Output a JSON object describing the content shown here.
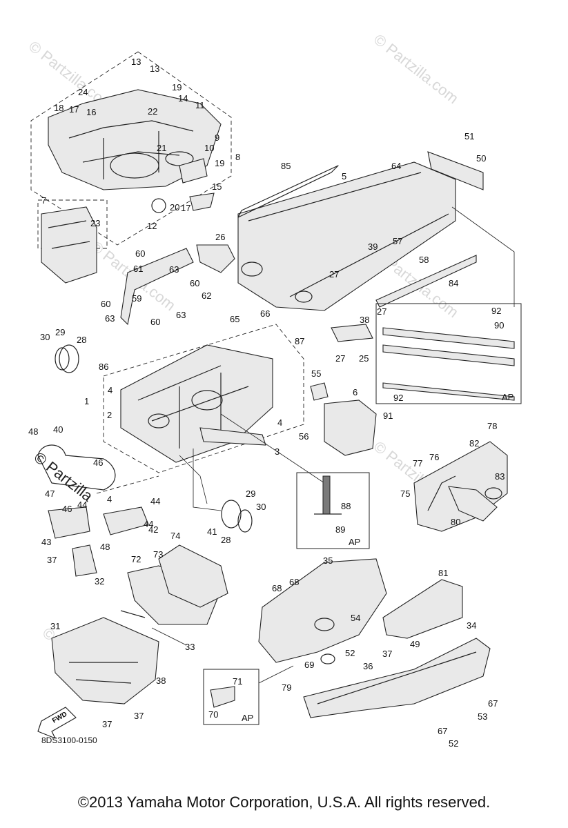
{
  "diagram": {
    "drawing_code": "8DS3100-0150",
    "fwd_label": "FWD",
    "ap_label": "AP",
    "watermark_main": "© Partzilla",
    "watermark_faint": "© Partzilla.com",
    "callouts": [
      "1",
      "2",
      "3",
      "4",
      "4",
      "4",
      "5",
      "6",
      "7",
      "8",
      "9",
      "10",
      "11",
      "12",
      "13",
      "13",
      "14",
      "15",
      "16",
      "17",
      "17",
      "18",
      "19",
      "19",
      "20",
      "21",
      "22",
      "23",
      "24",
      "25",
      "26",
      "27",
      "27",
      "27",
      "28",
      "28",
      "29",
      "29",
      "30",
      "30",
      "31",
      "32",
      "33",
      "34",
      "35",
      "36",
      "37",
      "37",
      "37",
      "37",
      "38",
      "38",
      "39",
      "40",
      "41",
      "42",
      "43",
      "44",
      "44",
      "44",
      "46",
      "46",
      "47",
      "48",
      "48",
      "49",
      "50",
      "51",
      "52",
      "52",
      "53",
      "54",
      "55",
      "56",
      "57",
      "58",
      "59",
      "60",
      "60",
      "60",
      "60",
      "61",
      "62",
      "63",
      "63",
      "63",
      "64",
      "65",
      "66",
      "67",
      "67",
      "68",
      "68",
      "69",
      "70",
      "71",
      "72",
      "73",
      "74",
      "75",
      "76",
      "77",
      "78",
      "79",
      "80",
      "81",
      "82",
      "83",
      "84",
      "85",
      "86",
      "87",
      "88",
      "89",
      "90",
      "91",
      "92",
      "92"
    ]
  },
  "footer": {
    "copyright": "©2013  Yamaha Motor Corporation, U.S.A. All rights reserved."
  }
}
